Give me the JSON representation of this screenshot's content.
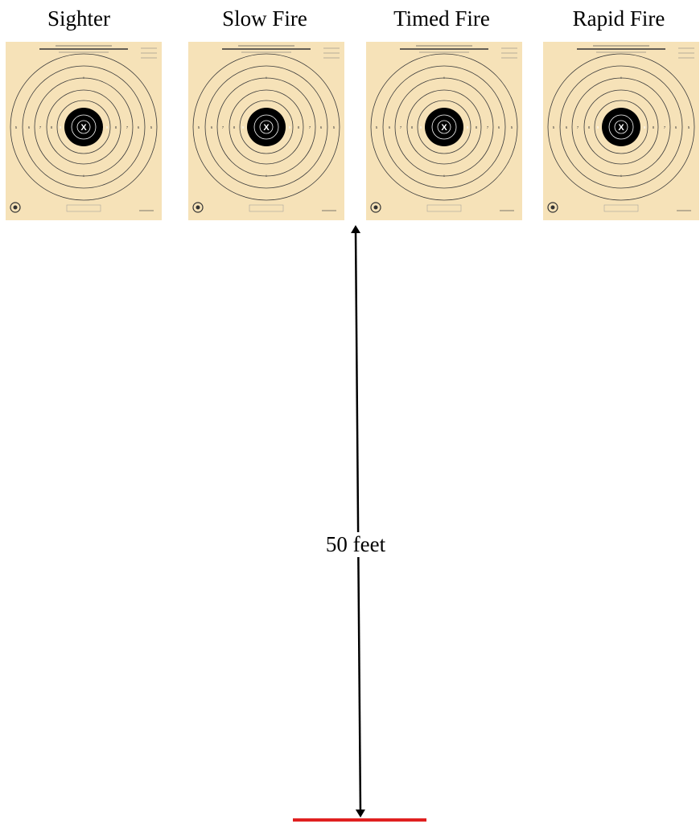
{
  "targets": [
    {
      "label": "Sighter"
    },
    {
      "label": "Slow Fire"
    },
    {
      "label": "Timed Fire"
    },
    {
      "label": "Rapid Fire"
    }
  ],
  "distance": {
    "label": "50 feet"
  },
  "target_face": {
    "paper_color": "#f6e2b8",
    "ring_color": "#3a3a3a",
    "bull_color": "#000000",
    "center_mark": "X",
    "ring_scores": [
      "10",
      "9",
      "8",
      "7",
      "6",
      "5"
    ]
  },
  "colors": {
    "firing_line": "#e02020",
    "arrow": "#000000"
  }
}
